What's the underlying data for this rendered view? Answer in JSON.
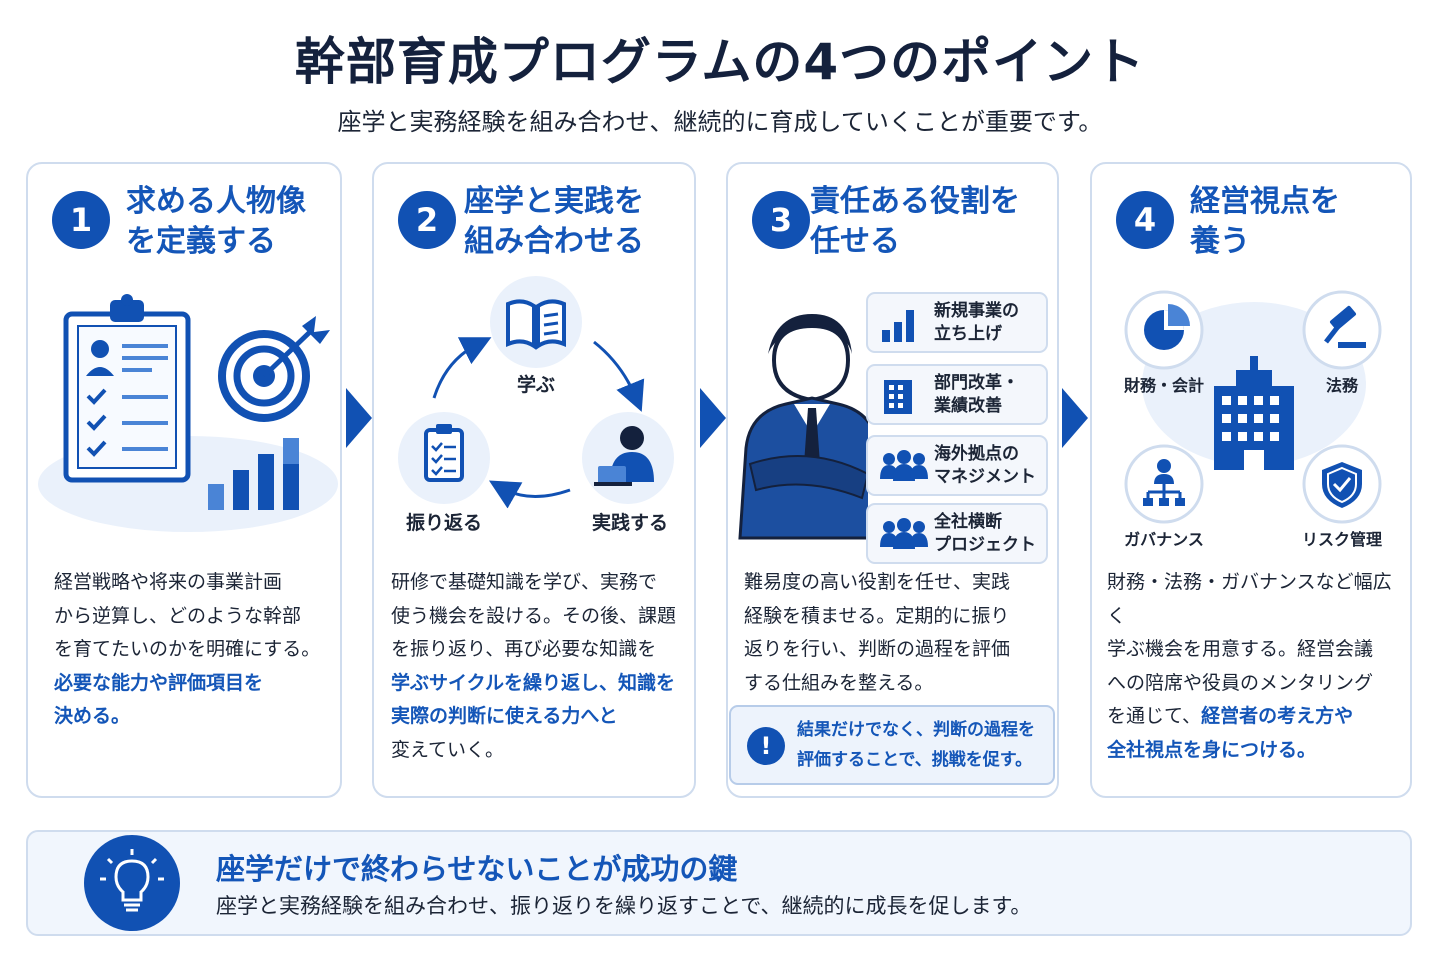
{
  "title": "幹部育成プログラムの4つのポイント",
  "subtitle": "座学と実務経験を組み合わせ、継続的に育成していくことが重要です。",
  "colors": {
    "primary": "#1151b3",
    "accent_text": "#1456b8",
    "card_border": "#cfdcee",
    "soft_bg": "#eaf1fb"
  },
  "cards": [
    {
      "number": "1",
      "title_line1": "求める人物像",
      "title_line2": "を定義する",
      "icons": [
        "clipboard-checklist-icon",
        "target-arrow-icon",
        "bar-chart-icon"
      ],
      "desc_lines": [
        "経営戦略や将来の事業計画",
        "から逆算し、どのような幹部",
        "を育てたいのかを明確にする。"
      ],
      "highlight_lines": [
        "必要な能力や評価項目を",
        "決める。"
      ]
    },
    {
      "number": "2",
      "title_line1": "座学と実践を",
      "title_line2": "組み合わせる",
      "cycle": {
        "learn": "学ぶ",
        "practice": "実践する",
        "reflect": "振り返る"
      },
      "icons": [
        "book-icon",
        "person-laptop-icon",
        "clipboard-icon"
      ],
      "desc_lines": [
        "研修で基礎知識を学び、実務で",
        "使う機会を設ける。その後、課題",
        "を振り返り、再び必要な知識を"
      ],
      "highlight_lines": [
        "学ぶサイクルを繰り返し、知識を",
        "実際の判断に使える力へと"
      ],
      "tail_line": "変えていく。"
    },
    {
      "number": "3",
      "title_line1": "責任ある役割を",
      "title_line2": "任せる",
      "roles": [
        {
          "icon": "bar-chart-icon",
          "line1": "新規事業の",
          "line2": "立ち上げ"
        },
        {
          "icon": "building-icon",
          "line1": "部門改革・",
          "line2": "業績改善"
        },
        {
          "icon": "team-icon",
          "line1": "海外拠点の",
          "line2": "マネジメント"
        },
        {
          "icon": "team-icon",
          "line1": "全社横断",
          "line2": "プロジェクト"
        }
      ],
      "desc_lines": [
        "難易度の高い役割を任せ、実践",
        "経験を積ませる。定期的に振り",
        "返りを行い、判断の過程を評価",
        "する仕組みを整える。"
      ],
      "note_icon": "exclamation-icon",
      "note_line1": "結果だけでなく、判断の過程を",
      "note_line2": "評価することで、挑戦を促す。"
    },
    {
      "number": "4",
      "title_line1": "経営視点を",
      "title_line2": "養う",
      "areas": [
        {
          "icon": "pie-chart-icon",
          "label": "財務・会計"
        },
        {
          "icon": "gavel-icon",
          "label": "法務"
        },
        {
          "icon": "org-chart-icon",
          "label": "ガバナンス"
        },
        {
          "icon": "shield-check-icon",
          "label": "リスク管理"
        }
      ],
      "center_icon": "office-building-icon",
      "desc_lines": [
        "財務・法務・ガバナンスなど幅広く",
        "学ぶ機会を用意する。経営会議",
        "への陪席や役員のメンタリング"
      ],
      "mixed_line_plain": "を通じて、",
      "mixed_line_highlight": "経営者の考え方や",
      "highlight_lines": [
        "全社視点を身につける。"
      ]
    }
  ],
  "banner": {
    "icon": "lightbulb-icon",
    "title": "座学だけで終わらせないことが成功の鍵",
    "text": "座学と実務経験を組み合わせ、振り返りを繰り返すことで、継続的に成長を促します。"
  }
}
